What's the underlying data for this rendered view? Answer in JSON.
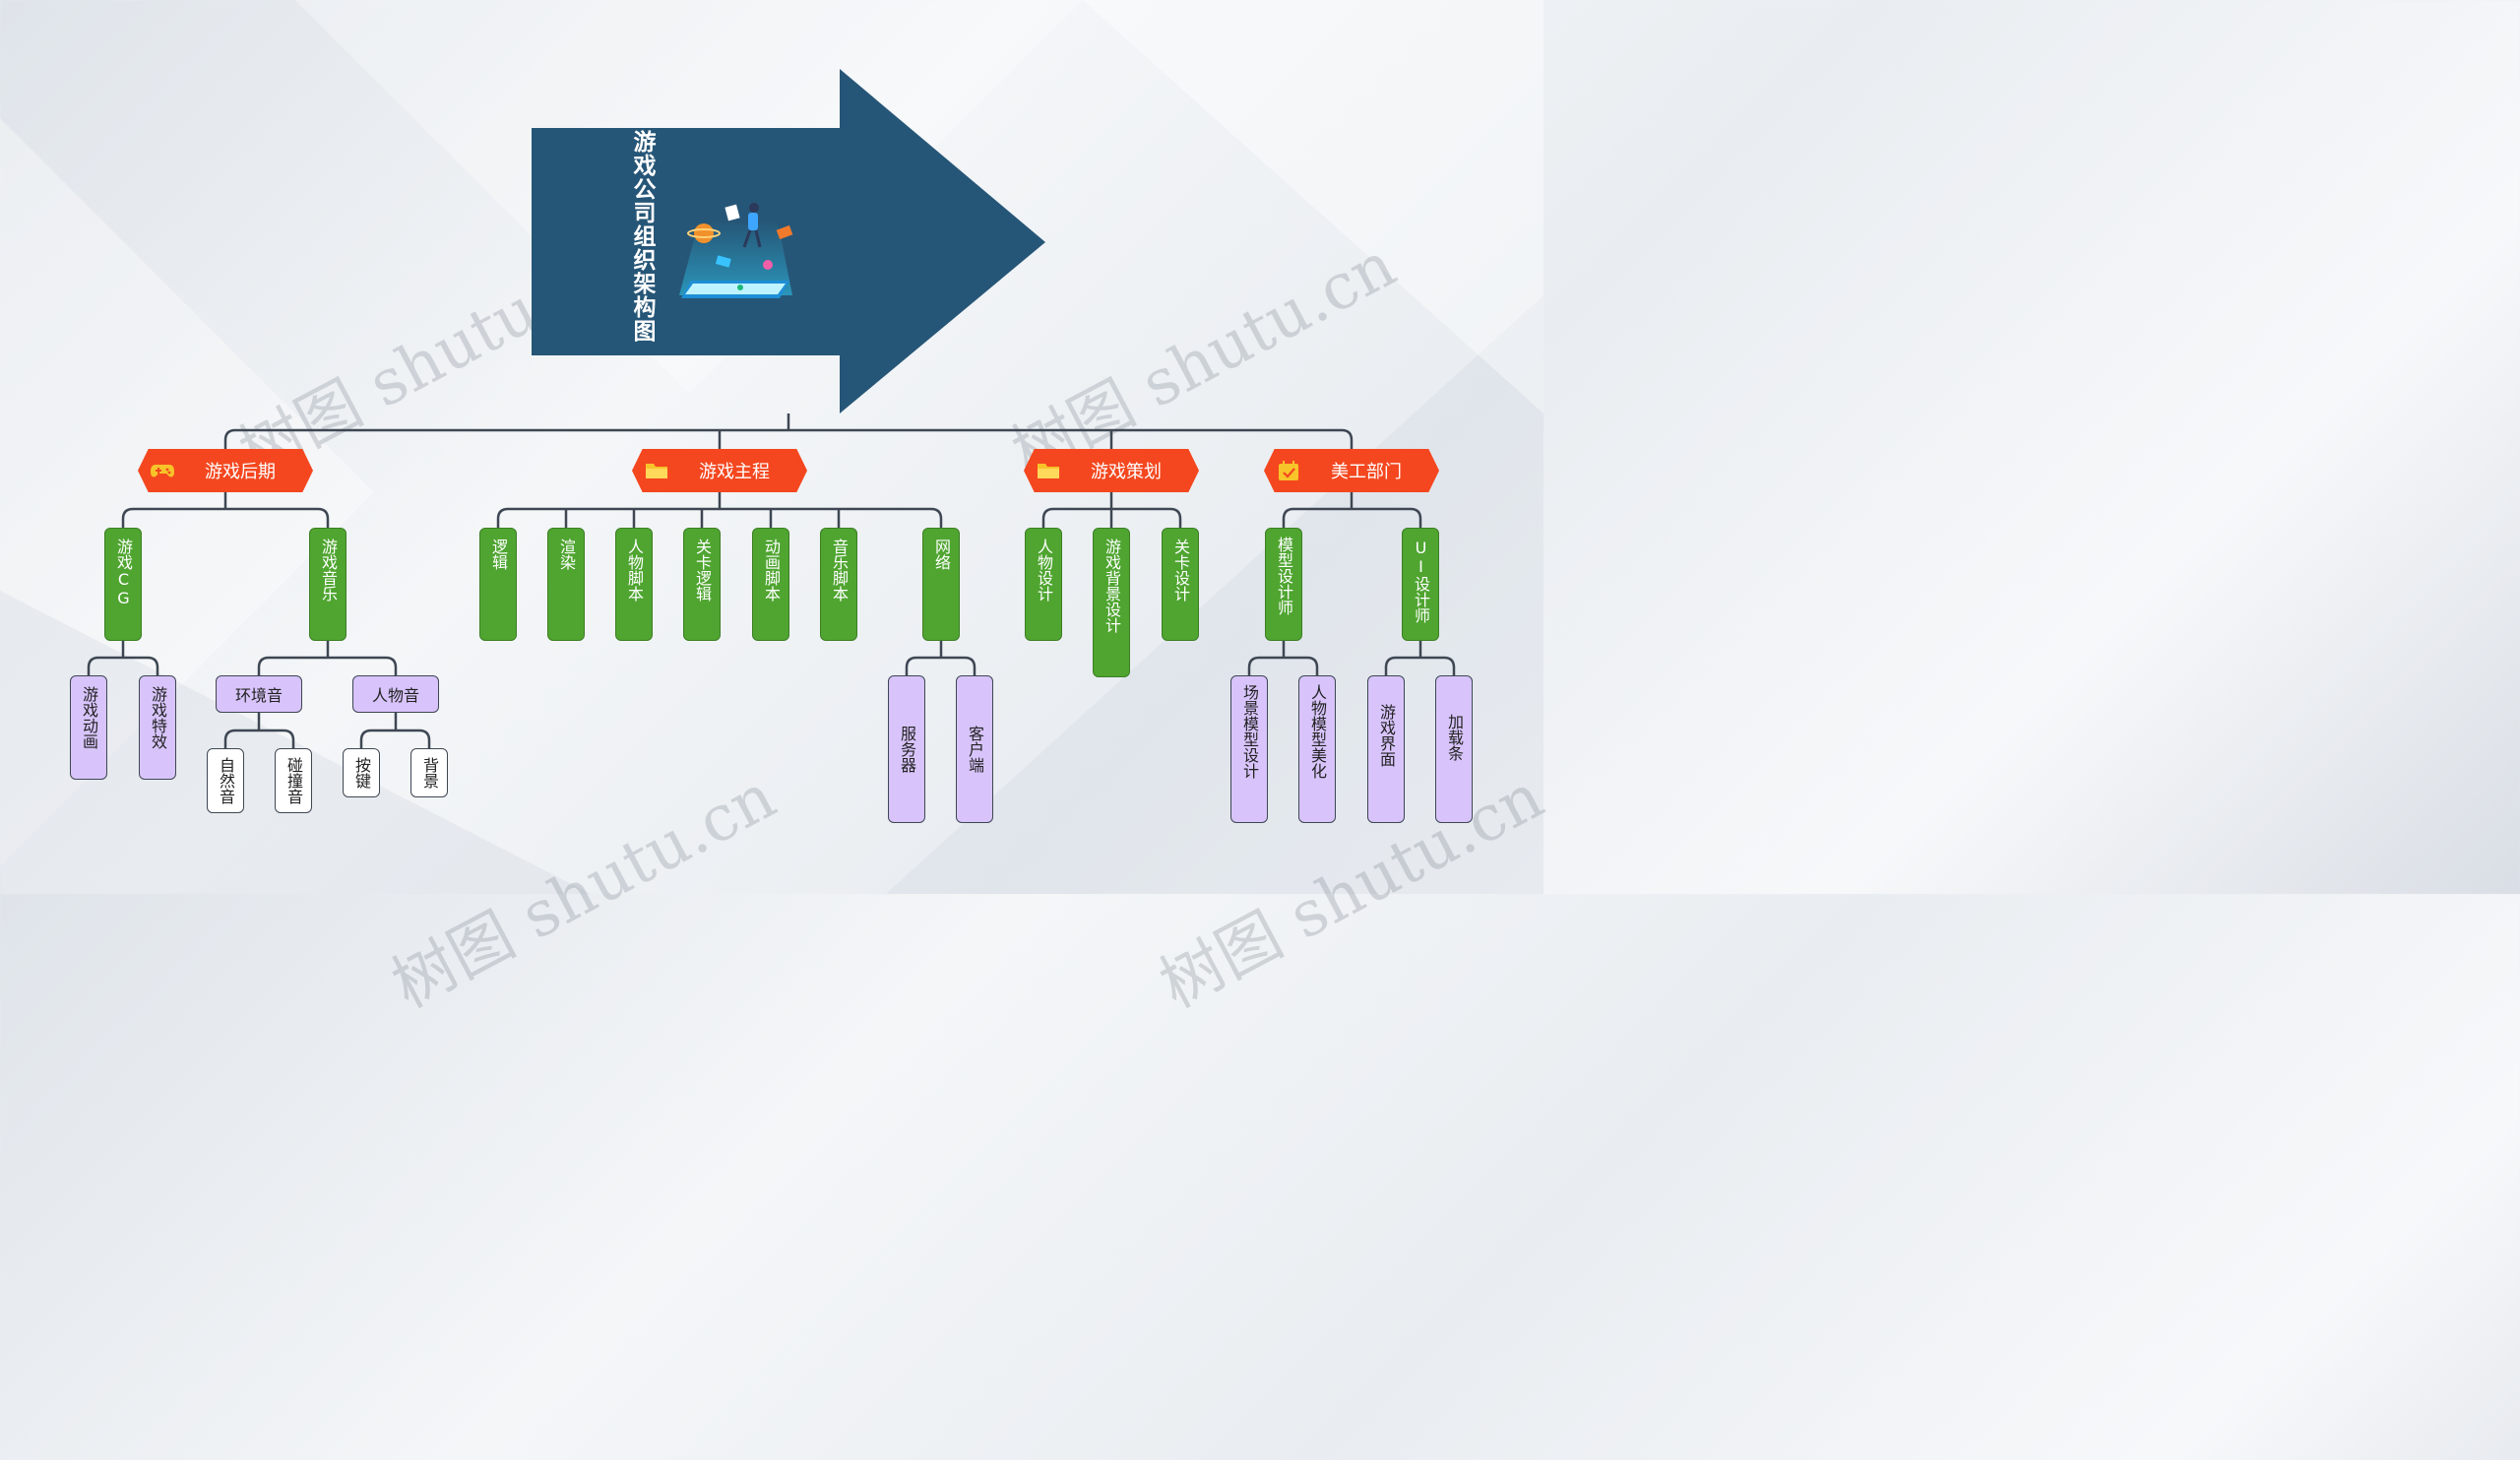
{
  "watermark": "树图 shutu.cn",
  "root": {
    "title": "游戏公司组织架构图"
  },
  "colors": {
    "category": "#f4471f",
    "green_node": "#4fa530",
    "purple_node": "#d8c4fb",
    "arrow": "#265677",
    "line": "#3e4753"
  },
  "categories": [
    {
      "label": "游戏后期",
      "icon": "gamepad-icon",
      "children": [
        {
          "label": "游戏CG",
          "children": [
            "游戏动画",
            "游戏特效"
          ]
        },
        {
          "label": "游戏音乐",
          "children": [
            {
              "label": "环境音",
              "children": [
                "自然音",
                "碰撞音"
              ]
            },
            {
              "label": "人物音",
              "children": [
                "按键",
                "背景"
              ]
            }
          ]
        }
      ]
    },
    {
      "label": "游戏主程",
      "icon": "folder-icon",
      "children": [
        {
          "label": "逻辑"
        },
        {
          "label": "渲染"
        },
        {
          "label": "人物脚本"
        },
        {
          "label": "关卡逻辑"
        },
        {
          "label": "动画脚本"
        },
        {
          "label": "音乐脚本"
        },
        {
          "label": "网络",
          "children": [
            "服务器",
            "客户端"
          ]
        }
      ]
    },
    {
      "label": "游戏策划",
      "icon": "folder-icon",
      "children": [
        {
          "label": "人物设计"
        },
        {
          "label": "游戏背景设计"
        },
        {
          "label": "关卡设计"
        }
      ]
    },
    {
      "label": "美工部门",
      "icon": "calendar-check-icon",
      "children": [
        {
          "label": "模型设计师",
          "children": [
            "场景模型设计",
            "人物模型美化"
          ]
        },
        {
          "label": "UI设计师",
          "children": [
            "游戏界面",
            "加载条"
          ]
        }
      ]
    }
  ]
}
